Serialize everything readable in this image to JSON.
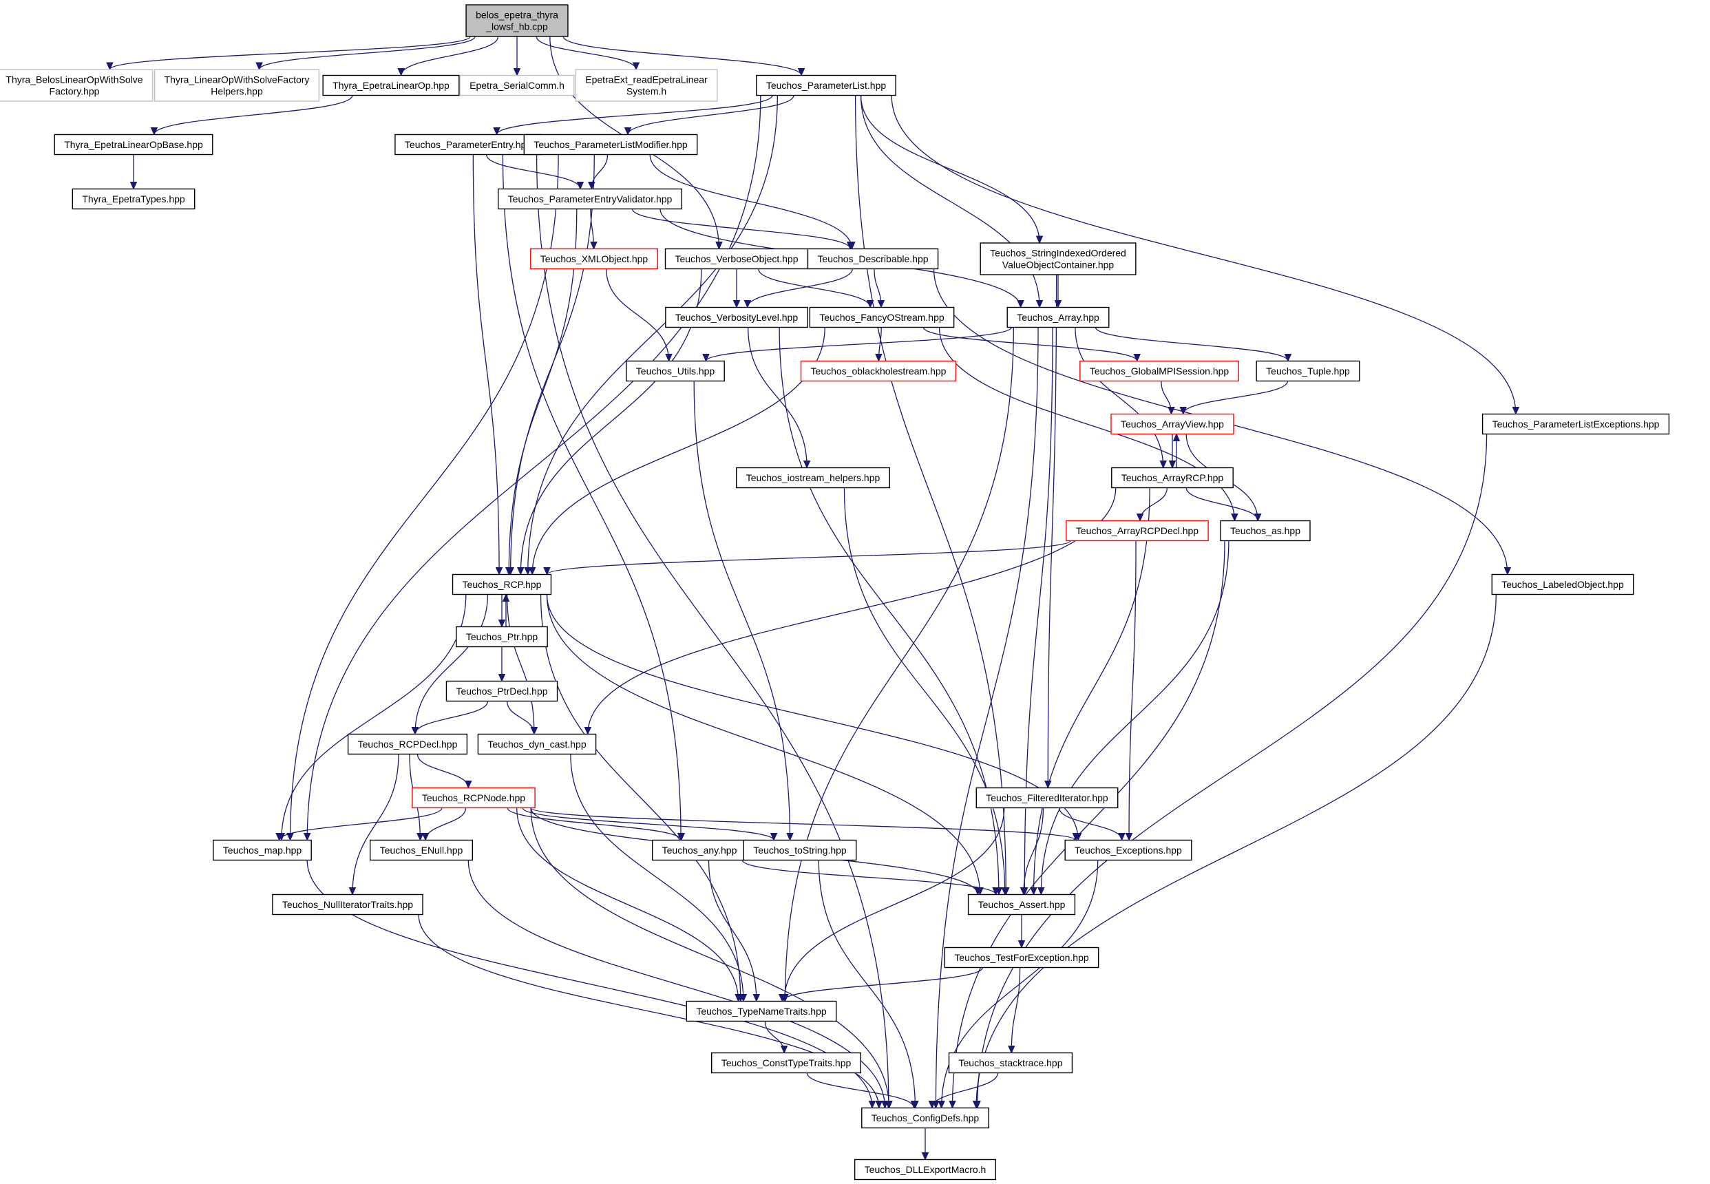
{
  "colors": {
    "edge": "#191970",
    "border_normal": "#000000",
    "border_external": "#bfbfbf",
    "border_truncated": "#ff0000",
    "root_fill": "#bfbfbf",
    "background": "#ffffff"
  },
  "nodes": [
    {
      "id": "root",
      "lines": [
        "belos_epetra_thyra",
        "_lowsf_hb.cpp"
      ],
      "kind": "root"
    },
    {
      "id": "belosfactory",
      "lines": [
        "Thyra_BelosLinearOpWithSolve",
        "Factory.hpp"
      ],
      "kind": "external"
    },
    {
      "id": "lowsfhelpers",
      "lines": [
        "Thyra_LinearOpWithSolveFactory",
        "Helpers.hpp"
      ],
      "kind": "external"
    },
    {
      "id": "epetralinearop",
      "lines": [
        "Thyra_EpetraLinearOp.hpp"
      ],
      "kind": "normal"
    },
    {
      "id": "serialcomm",
      "lines": [
        "Epetra_SerialComm.h"
      ],
      "kind": "external"
    },
    {
      "id": "readepetra",
      "lines": [
        "EpetraExt_readEpetraLinear",
        "System.h"
      ],
      "kind": "external"
    },
    {
      "id": "paramlist",
      "lines": [
        "Teuchos_ParameterList.hpp"
      ],
      "kind": "normal"
    },
    {
      "id": "epetralinearopbase",
      "lines": [
        "Thyra_EpetraLinearOpBase.hpp"
      ],
      "kind": "normal"
    },
    {
      "id": "epetratypes",
      "lines": [
        "Thyra_EpetraTypes.hpp"
      ],
      "kind": "normal"
    },
    {
      "id": "paramentry",
      "lines": [
        "Teuchos_ParameterEntry.hpp"
      ],
      "kind": "normal"
    },
    {
      "id": "plmodifier",
      "lines": [
        "Teuchos_ParameterListModifier.hpp"
      ],
      "kind": "normal"
    },
    {
      "id": "pevalidator",
      "lines": [
        "Teuchos_ParameterEntryValidator.hpp"
      ],
      "kind": "normal"
    },
    {
      "id": "xmlobject",
      "lines": [
        "Teuchos_XMLObject.hpp"
      ],
      "kind": "truncated"
    },
    {
      "id": "verboseobject",
      "lines": [
        "Teuchos_VerboseObject.hpp"
      ],
      "kind": "normal"
    },
    {
      "id": "describable",
      "lines": [
        "Teuchos_Describable.hpp"
      ],
      "kind": "normal"
    },
    {
      "id": "sioc",
      "lines": [
        "Teuchos_StringIndexedOrdered",
        "ValueObjectContainer.hpp"
      ],
      "kind": "normal"
    },
    {
      "id": "verbositylevel",
      "lines": [
        "Teuchos_VerbosityLevel.hpp"
      ],
      "kind": "normal"
    },
    {
      "id": "fancyostream",
      "lines": [
        "Teuchos_FancyOStream.hpp"
      ],
      "kind": "normal"
    },
    {
      "id": "array",
      "lines": [
        "Teuchos_Array.hpp"
      ],
      "kind": "normal"
    },
    {
      "id": "utils",
      "lines": [
        "Teuchos_Utils.hpp"
      ],
      "kind": "normal"
    },
    {
      "id": "oblackhole",
      "lines": [
        "Teuchos_oblackholestream.hpp"
      ],
      "kind": "truncated"
    },
    {
      "id": "globalmpi",
      "lines": [
        "Teuchos_GlobalMPISession.hpp"
      ],
      "kind": "truncated"
    },
    {
      "id": "tuple",
      "lines": [
        "Teuchos_Tuple.hpp"
      ],
      "kind": "normal"
    },
    {
      "id": "arrayview",
      "lines": [
        "Teuchos_ArrayView.hpp"
      ],
      "kind": "truncated"
    },
    {
      "id": "plexceptions",
      "lines": [
        "Teuchos_ParameterListExceptions.hpp"
      ],
      "kind": "normal"
    },
    {
      "id": "iostreamhelpers",
      "lines": [
        "Teuchos_iostream_helpers.hpp"
      ],
      "kind": "normal"
    },
    {
      "id": "arrayrcp",
      "lines": [
        "Teuchos_ArrayRCP.hpp"
      ],
      "kind": "normal"
    },
    {
      "id": "arrayrcpdecl",
      "lines": [
        "Teuchos_ArrayRCPDecl.hpp"
      ],
      "kind": "truncated"
    },
    {
      "id": "as",
      "lines": [
        "Teuchos_as.hpp"
      ],
      "kind": "normal"
    },
    {
      "id": "rcp",
      "lines": [
        "Teuchos_RCP.hpp"
      ],
      "kind": "normal"
    },
    {
      "id": "labeledobject",
      "lines": [
        "Teuchos_LabeledObject.hpp"
      ],
      "kind": "normal"
    },
    {
      "id": "ptr",
      "lines": [
        "Teuchos_Ptr.hpp"
      ],
      "kind": "normal"
    },
    {
      "id": "ptrdecl",
      "lines": [
        "Teuchos_PtrDecl.hpp"
      ],
      "kind": "normal"
    },
    {
      "id": "rcpdecl",
      "lines": [
        "Teuchos_RCPDecl.hpp"
      ],
      "kind": "normal"
    },
    {
      "id": "dyncast",
      "lines": [
        "Teuchos_dyn_cast.hpp"
      ],
      "kind": "normal"
    },
    {
      "id": "rcpnode",
      "lines": [
        "Teuchos_RCPNode.hpp"
      ],
      "kind": "truncated"
    },
    {
      "id": "filterediterator",
      "lines": [
        "Teuchos_FilteredIterator.hpp"
      ],
      "kind": "normal"
    },
    {
      "id": "map",
      "lines": [
        "Teuchos_map.hpp"
      ],
      "kind": "normal"
    },
    {
      "id": "enull",
      "lines": [
        "Teuchos_ENull.hpp"
      ],
      "kind": "normal"
    },
    {
      "id": "any",
      "lines": [
        "Teuchos_any.hpp"
      ],
      "kind": "normal"
    },
    {
      "id": "tostring",
      "lines": [
        "Teuchos_toString.hpp"
      ],
      "kind": "normal"
    },
    {
      "id": "exceptions",
      "lines": [
        "Teuchos_Exceptions.hpp"
      ],
      "kind": "normal"
    },
    {
      "id": "nulliteratortraits",
      "lines": [
        "Teuchos_NullIteratorTraits.hpp"
      ],
      "kind": "normal"
    },
    {
      "id": "assert",
      "lines": [
        "Teuchos_Assert.hpp"
      ],
      "kind": "normal"
    },
    {
      "id": "testforexception",
      "lines": [
        "Teuchos_TestForException.hpp"
      ],
      "kind": "normal"
    },
    {
      "id": "typenametraits",
      "lines": [
        "Teuchos_TypeNameTraits.hpp"
      ],
      "kind": "normal"
    },
    {
      "id": "consttypetraits",
      "lines": [
        "Teuchos_ConstTypeTraits.hpp"
      ],
      "kind": "normal"
    },
    {
      "id": "stacktrace",
      "lines": [
        "Teuchos_stacktrace.hpp"
      ],
      "kind": "normal"
    },
    {
      "id": "configdefs",
      "lines": [
        "Teuchos_ConfigDefs.hpp"
      ],
      "kind": "normal"
    },
    {
      "id": "dllexport",
      "lines": [
        "Teuchos_DLLExportMacro.h"
      ],
      "kind": "normal"
    }
  ],
  "edges": [
    [
      "root",
      "belosfactory"
    ],
    [
      "root",
      "lowsfhelpers"
    ],
    [
      "root",
      "epetralinearop"
    ],
    [
      "root",
      "serialcomm"
    ],
    [
      "root",
      "readepetra"
    ],
    [
      "root",
      "paramlist"
    ],
    [
      "root",
      "verboseobject"
    ],
    [
      "epetralinearop",
      "epetralinearopbase"
    ],
    [
      "epetralinearopbase",
      "epetratypes"
    ],
    [
      "paramlist",
      "paramentry"
    ],
    [
      "paramlist",
      "plmodifier"
    ],
    [
      "paramlist",
      "sioc"
    ],
    [
      "paramlist",
      "array"
    ],
    [
      "paramlist",
      "plexceptions"
    ],
    [
      "paramlist",
      "map"
    ],
    [
      "paramlist",
      "rcp"
    ],
    [
      "paramlist",
      "assert"
    ],
    [
      "paramentry",
      "pevalidator"
    ],
    [
      "paramentry",
      "rcp"
    ],
    [
      "paramentry",
      "any"
    ],
    [
      "paramentry",
      "configdefs"
    ],
    [
      "plmodifier",
      "pevalidator"
    ],
    [
      "plmodifier",
      "describable"
    ],
    [
      "plmodifier",
      "rcp"
    ],
    [
      "plmodifier",
      "map"
    ],
    [
      "pevalidator",
      "xmlobject"
    ],
    [
      "pevalidator",
      "describable"
    ],
    [
      "pevalidator",
      "array"
    ],
    [
      "pevalidator",
      "rcp"
    ],
    [
      "xmlobject",
      "utils"
    ],
    [
      "verboseobject",
      "verbositylevel"
    ],
    [
      "verboseobject",
      "fancyostream"
    ],
    [
      "verboseobject",
      "rcp"
    ],
    [
      "describable",
      "verbositylevel"
    ],
    [
      "describable",
      "fancyostream"
    ],
    [
      "describable",
      "labeledobject"
    ],
    [
      "sioc",
      "array"
    ],
    [
      "sioc",
      "filterediterator"
    ],
    [
      "verbositylevel",
      "iostreamhelpers"
    ],
    [
      "verbositylevel",
      "assert"
    ],
    [
      "fancyostream",
      "oblackhole"
    ],
    [
      "fancyostream",
      "globalmpi"
    ],
    [
      "fancyostream",
      "as"
    ],
    [
      "fancyostream",
      "rcp"
    ],
    [
      "array",
      "utils"
    ],
    [
      "array",
      "tuple"
    ],
    [
      "array",
      "arrayrcp"
    ],
    [
      "array",
      "assert"
    ],
    [
      "array",
      "typenametraits"
    ],
    [
      "array",
      "configdefs"
    ],
    [
      "utils",
      "tostring"
    ],
    [
      "globalmpi",
      "arrayview"
    ],
    [
      "tuple",
      "arrayview"
    ],
    [
      "arrayview",
      "arrayrcp"
    ],
    [
      "arrayview",
      "as"
    ],
    [
      "arrayrcp",
      "arrayview"
    ],
    [
      "arrayrcp",
      "arrayrcpdecl"
    ],
    [
      "arrayrcp",
      "as"
    ],
    [
      "arrayrcp",
      "dyncast"
    ],
    [
      "arrayrcp",
      "assert"
    ],
    [
      "arrayrcpdecl",
      "rcp"
    ],
    [
      "arrayrcpdecl",
      "exceptions"
    ],
    [
      "as",
      "assert"
    ],
    [
      "as",
      "configdefs"
    ],
    [
      "iostreamhelpers",
      "assert"
    ],
    [
      "rcp",
      "ptr"
    ],
    [
      "rcp",
      "rcpdecl"
    ],
    [
      "rcp",
      "dyncast"
    ],
    [
      "rcp",
      "map"
    ],
    [
      "rcp",
      "assert"
    ],
    [
      "rcp",
      "exceptions"
    ],
    [
      "rcp",
      "typenametraits"
    ],
    [
      "ptr",
      "rcp"
    ],
    [
      "ptr",
      "ptrdecl"
    ],
    [
      "ptrdecl",
      "rcpdecl"
    ],
    [
      "ptrdecl",
      "dyncast"
    ],
    [
      "rcpdecl",
      "rcpnode"
    ],
    [
      "rcpdecl",
      "enull"
    ],
    [
      "rcpdecl",
      "nulliteratortraits"
    ],
    [
      "dyncast",
      "typenametraits"
    ],
    [
      "rcpnode",
      "map"
    ],
    [
      "rcpnode",
      "enull"
    ],
    [
      "rcpnode",
      "any"
    ],
    [
      "rcpnode",
      "tostring"
    ],
    [
      "rcpnode",
      "exceptions"
    ],
    [
      "rcpnode",
      "assert"
    ],
    [
      "rcpnode",
      "typenametraits"
    ],
    [
      "rcpnode",
      "configdefs"
    ],
    [
      "filterediterator",
      "exceptions"
    ],
    [
      "filterediterator",
      "assert"
    ],
    [
      "filterediterator",
      "typenametraits"
    ],
    [
      "map",
      "configdefs"
    ],
    [
      "enull",
      "configdefs"
    ],
    [
      "nulliteratortraits",
      "configdefs"
    ],
    [
      "any",
      "assert"
    ],
    [
      "any",
      "typenametraits"
    ],
    [
      "tostring",
      "configdefs"
    ],
    [
      "exceptions",
      "configdefs"
    ],
    [
      "assert",
      "testforexception"
    ],
    [
      "testforexception",
      "typenametraits"
    ],
    [
      "testforexception",
      "stacktrace"
    ],
    [
      "typenametraits",
      "consttypetraits"
    ],
    [
      "consttypetraits",
      "configdefs"
    ],
    [
      "stacktrace",
      "configdefs"
    ],
    [
      "labeledobject",
      "configdefs"
    ],
    [
      "plexceptions",
      "configdefs"
    ],
    [
      "configdefs",
      "dllexport"
    ]
  ]
}
